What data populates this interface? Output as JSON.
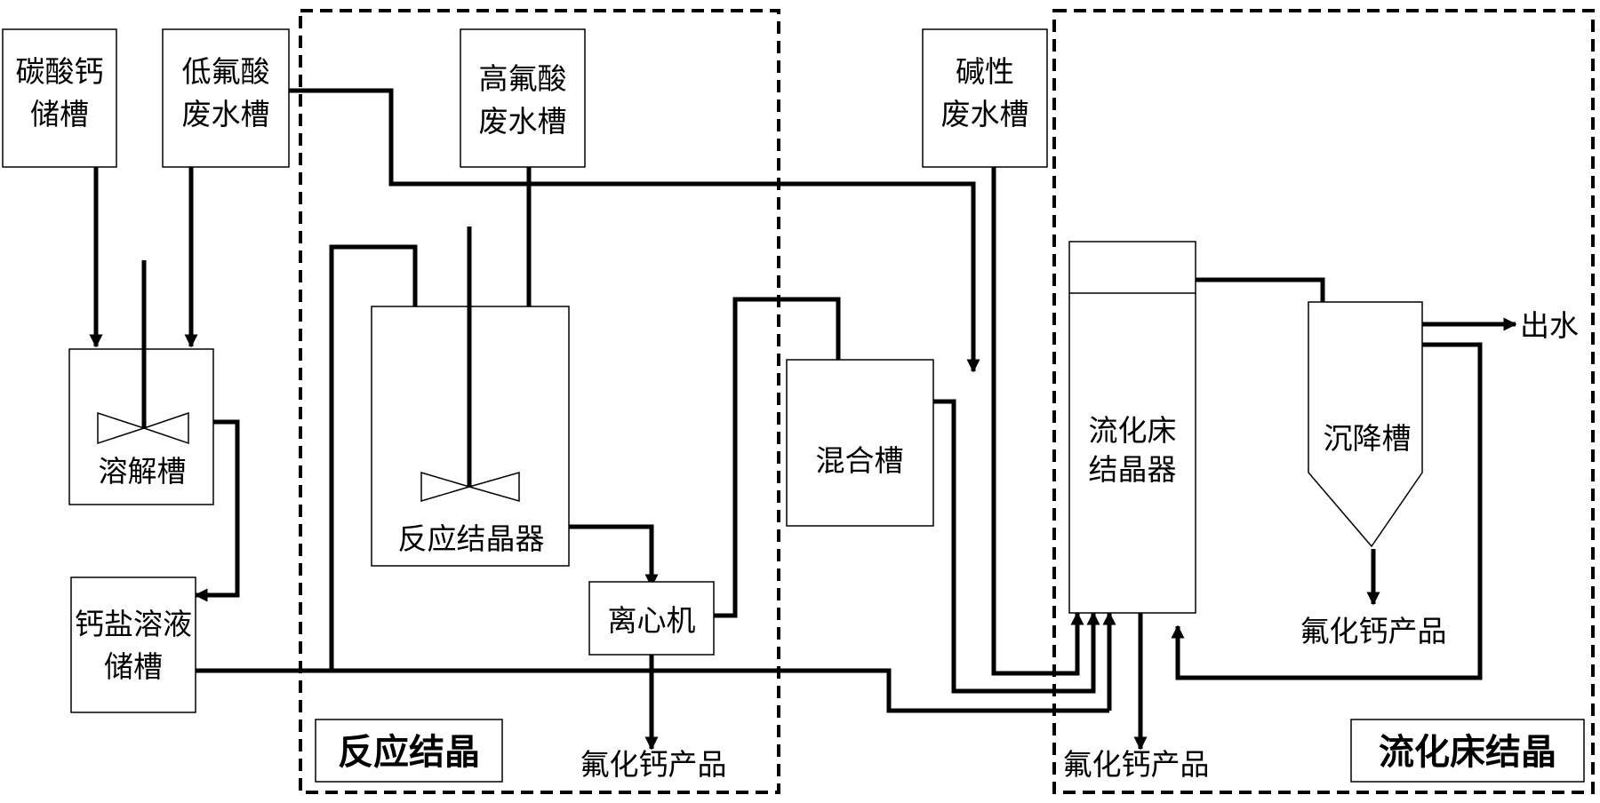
{
  "labels": {
    "caco3_tank": [
      "碳酸钙",
      "储槽"
    ],
    "low_f_tank": [
      "低氟酸",
      "废水槽"
    ],
    "high_f_tank": [
      "高氟酸",
      "废水槽"
    ],
    "alkaline_tank": [
      "碱性",
      "废水槽"
    ],
    "dissolve_tank": "溶解槽",
    "ca_salt_tank": [
      "钙盐溶液",
      "储槽"
    ],
    "reactor": "反应结晶器",
    "centrifuge": "离心机",
    "mixing_tank": "混合槽",
    "fb_crystallizer": [
      "流化床",
      "结晶器"
    ],
    "settling_tank": "沉降槽",
    "product_centrifuge": "氟化钙产品",
    "product_fb": "氟化钙产品",
    "product_settler": "氟化钙产品",
    "outlet": "出水",
    "zone_reaction": "反应结晶",
    "zone_fluidized": "流化床结晶"
  }
}
